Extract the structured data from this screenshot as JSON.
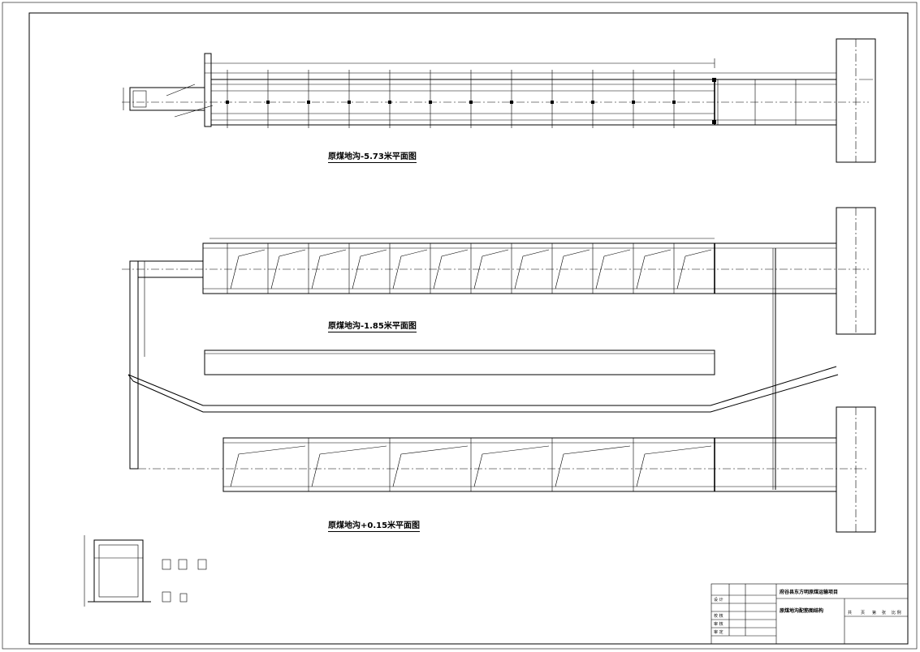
{
  "drawing": {
    "plan_1_title": "原煤地沟-5.73米平面图",
    "plan_2_title": "原煤地沟-1.85米平面图",
    "plan_3_title": "原煤地沟+0.15米平面图"
  },
  "title_block": {
    "project_name": "府谷县东方明原煤运输项目",
    "drawing_name": "原煤地沟配筋图结构",
    "rows": [
      "设 计",
      "校 核",
      "审 核",
      "审 定"
    ],
    "right_labels": [
      "共",
      "页",
      "第",
      "张",
      "比 例"
    ]
  }
}
